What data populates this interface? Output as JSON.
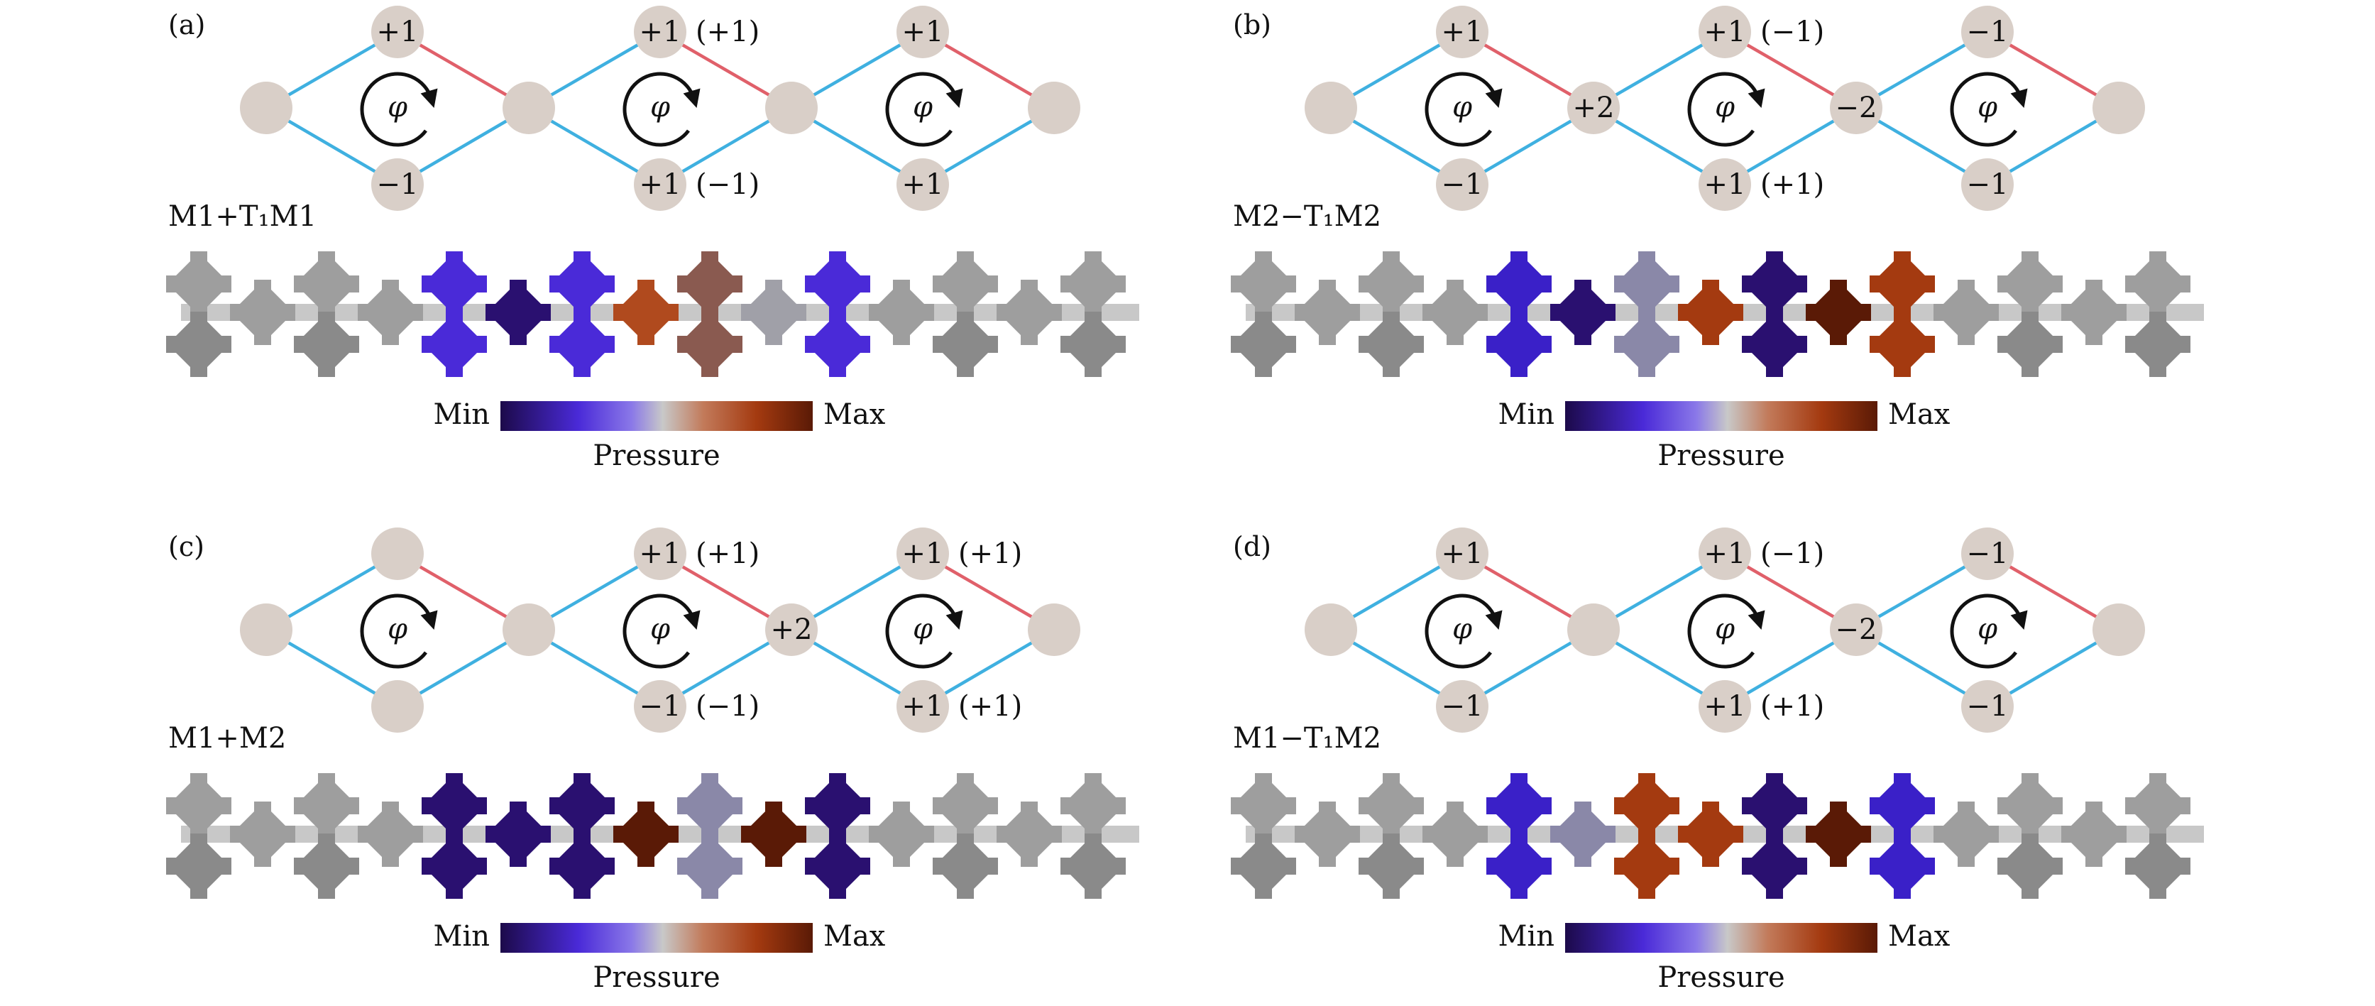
{
  "colors": {
    "node": "#d9cfc8",
    "coupler_blue": "#3fb0e0",
    "coupler_red": "#e0606a",
    "pressure_min": "#1c0a4a",
    "pressure_mid": "#c8c8c8",
    "pressure_max": "#5a1a06",
    "inactive_grey": "#9e9e9e"
  },
  "panels": [
    {
      "id": "a",
      "label": "(a)",
      "mode_name": "M1+T₁M1",
      "phi": "φ",
      "rings": [
        {
          "top": "+1",
          "top_extra": "",
          "bottom": "−1",
          "bottom_extra": ""
        },
        {
          "top": "+1",
          "top_extra": "(+1)",
          "bottom": "+1",
          "bottom_extra": "(−1)"
        },
        {
          "top": "+1",
          "top_extra": "",
          "bottom": "+1",
          "bottom_extra": ""
        }
      ],
      "junctions": [
        "",
        "",
        "",
        ""
      ],
      "red_edges": [
        true,
        true,
        true
      ],
      "colorbar": {
        "min": "Min",
        "max": "Max",
        "label": "Pressure"
      }
    },
    {
      "id": "b",
      "label": "(b)",
      "mode_name": "M2−T₁M2",
      "phi": "φ",
      "rings": [
        {
          "top": "+1",
          "top_extra": "",
          "bottom": "−1",
          "bottom_extra": ""
        },
        {
          "top": "+1",
          "top_extra": "(−1)",
          "bottom": "+1",
          "bottom_extra": "(+1)"
        },
        {
          "top": "−1",
          "top_extra": "",
          "bottom": "−1",
          "bottom_extra": ""
        }
      ],
      "junctions": [
        "",
        "+2",
        "−2",
        ""
      ],
      "red_edges": [
        true,
        true,
        true
      ],
      "colorbar": {
        "min": "Min",
        "max": "Max",
        "label": "Pressure"
      }
    },
    {
      "id": "c",
      "label": "(c)",
      "mode_name": "M1+M2",
      "phi": "φ",
      "rings": [
        {
          "top": "",
          "top_extra": "",
          "bottom": "",
          "bottom_extra": ""
        },
        {
          "top": "+1",
          "top_extra": "(+1)",
          "bottom": "−1",
          "bottom_extra": "(−1)"
        },
        {
          "top": "+1",
          "top_extra": "(+1)",
          "bottom": "+1",
          "bottom_extra": "(+1)"
        }
      ],
      "junctions": [
        "",
        "",
        "+2",
        ""
      ],
      "red_edges": [
        true,
        true,
        true
      ],
      "colorbar": {
        "min": "Min",
        "max": "Max",
        "label": "Pressure"
      }
    },
    {
      "id": "d",
      "label": "(d)",
      "mode_name": "M1−T₁M2",
      "phi": "φ",
      "rings": [
        {
          "top": "+1",
          "top_extra": "",
          "bottom": "−1",
          "bottom_extra": ""
        },
        {
          "top": "+1",
          "top_extra": "(−1)",
          "bottom": "+1",
          "bottom_extra": "(+1)"
        },
        {
          "top": "−1",
          "top_extra": "",
          "bottom": "−1",
          "bottom_extra": ""
        }
      ],
      "junctions": [
        "",
        "",
        "−2",
        ""
      ],
      "red_edges": [
        true,
        true,
        true
      ],
      "colorbar": {
        "min": "Min",
        "max": "Max",
        "label": "Pressure"
      }
    }
  ]
}
